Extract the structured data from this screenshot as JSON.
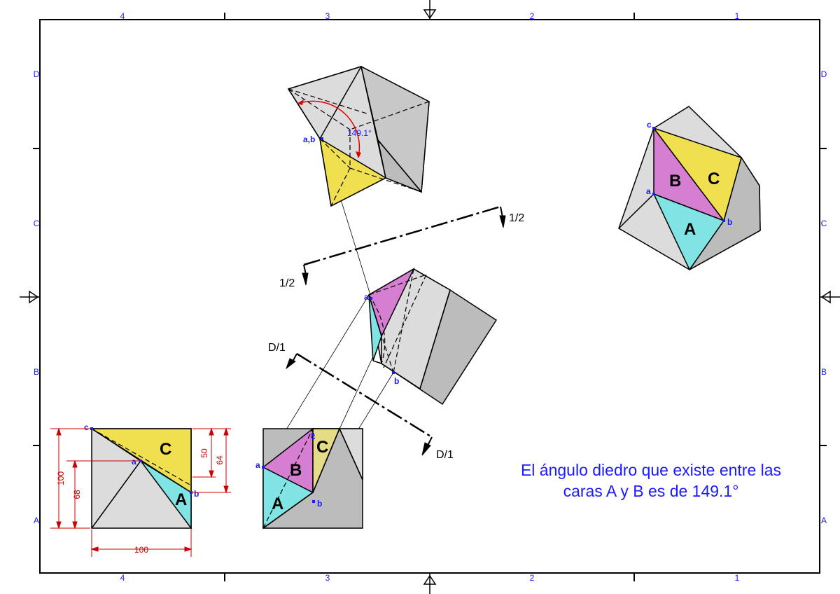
{
  "frame": {
    "top_zones": [
      "4",
      "3",
      "2",
      "1"
    ],
    "bottom_zones": [
      "4",
      "3",
      "2",
      "1"
    ],
    "left_zones": [
      "D",
      "C",
      "B",
      "A"
    ],
    "right_zones": [
      "D",
      "C",
      "B",
      "A"
    ]
  },
  "cut_labels": {
    "section_1": "1/2",
    "section_2": "D/1"
  },
  "angle_label": "149.1°",
  "point_labels": {
    "ab": "a,b",
    "a": "a",
    "b": "b",
    "c": "c"
  },
  "faces": {
    "a": "A",
    "b": "B",
    "c": "C"
  },
  "dimensions": {
    "top_50": "50",
    "top_64": "64",
    "height_100": "100",
    "height_68": "68",
    "width_100": "100"
  },
  "conclusion": {
    "line1": "El ángulo diedro que existe entre las",
    "line2": "caras A y B es de 149.1°"
  },
  "colors": {
    "face_a": "#80e4e4",
    "face_b": "#d67ed2",
    "face_c": "#f0e050",
    "solid_light": "#dcdcdc",
    "solid_dark": "#bcbcbc",
    "label": "#1a1aff",
    "dimension": "#cc0000"
  }
}
